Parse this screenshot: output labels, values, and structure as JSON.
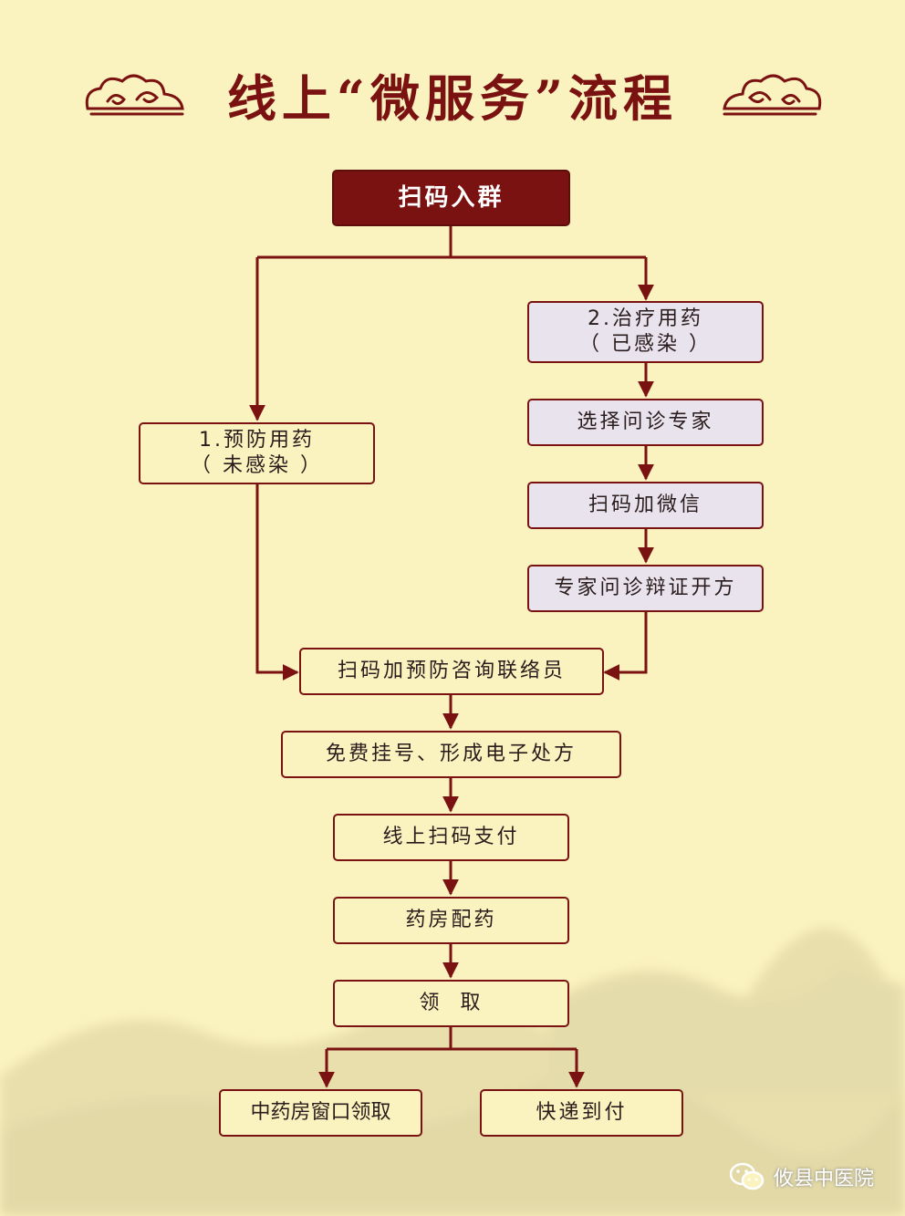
{
  "title": "线上“微服务”流程",
  "icons": {
    "cloud_left": "auspicious-cloud-icon",
    "cloud_right": "auspicious-cloud-icon",
    "wechat": "wechat-icon"
  },
  "colors": {
    "accent": "#7b1212",
    "background": "#fbf3bf",
    "lavender": "#e9e3ee"
  },
  "nodes": {
    "start": "扫码入群",
    "branch1_line1": "1.预防用药",
    "branch1_line2": "（ 未感染 ）",
    "branch2_line1": "2.治疗用药",
    "branch2_line2": "（ 已感染 ）",
    "select_expert": "选择问诊专家",
    "scan_wechat": "扫码加微信",
    "expert_prescribe": "专家问诊辩证开方",
    "scan_contact": "扫码加预防咨询联络员",
    "free_register": "免费挂号、形成电子处方",
    "online_pay": "线上扫码支付",
    "pharmacy": "药房配药",
    "collect": "领  取",
    "window_pickup": "中药房窗口领取",
    "express": "快递到付"
  },
  "footer": {
    "account_name": "攸县中医院"
  }
}
